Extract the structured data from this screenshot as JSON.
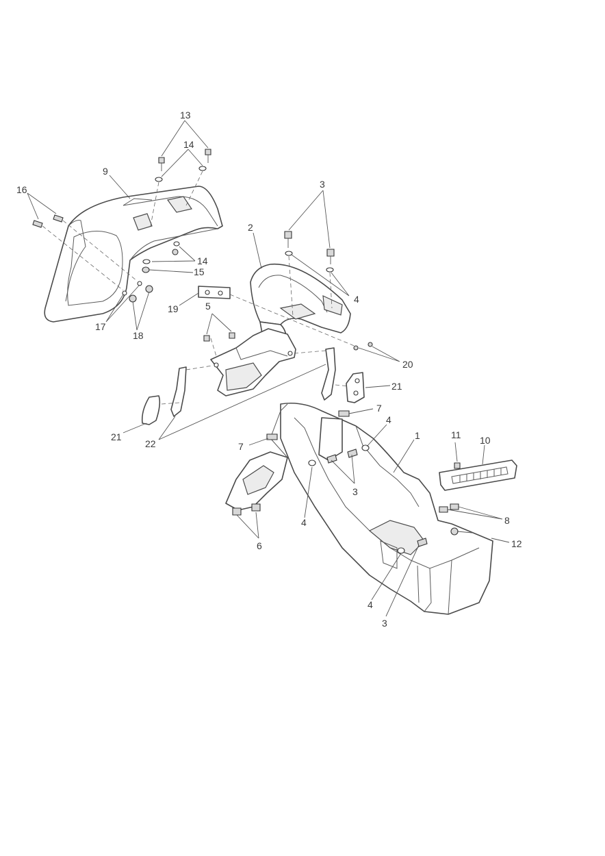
{
  "callouts": {
    "c1": "1",
    "c2": "2",
    "c3a": "3",
    "c3b": "3",
    "c3c": "3",
    "c4a": "4",
    "c4b": "4",
    "c4c": "4",
    "c4d": "4",
    "c5": "5",
    "c6": "6",
    "c7a": "7",
    "c7b": "7",
    "c8": "8",
    "c9": "9",
    "c10": "10",
    "c11": "11",
    "c12": "12",
    "c13": "13",
    "c14a": "14",
    "c14b": "14",
    "c15": "15",
    "c16": "16",
    "c17": "17",
    "c18": "18",
    "c19": "19",
    "c20": "20",
    "c21a": "21",
    "c21b": "21",
    "c22": "22"
  }
}
